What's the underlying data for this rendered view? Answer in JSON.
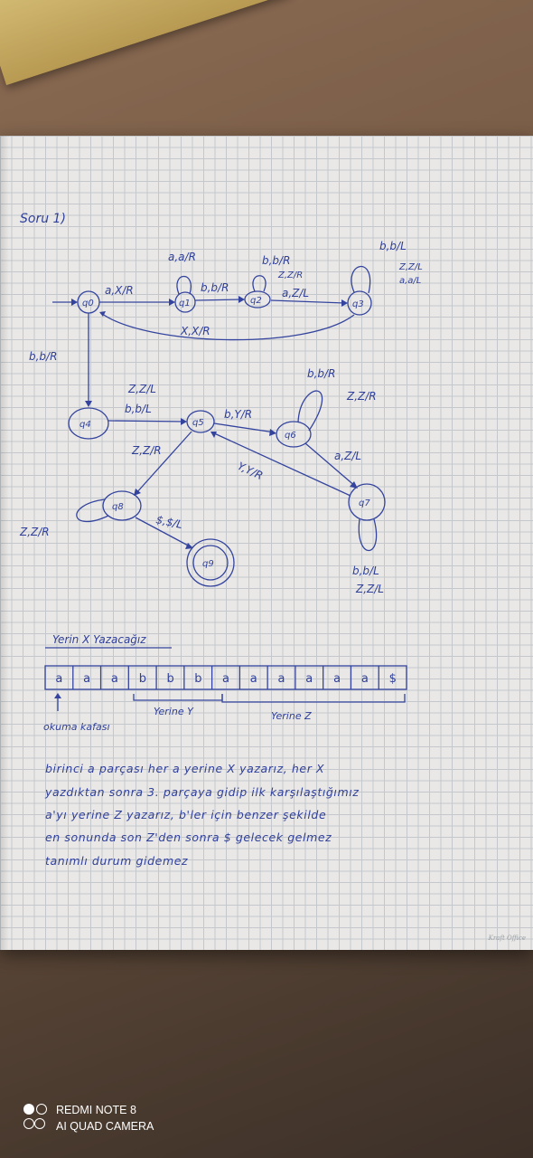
{
  "heading": "Soru 1)",
  "states": {
    "q0": "q0",
    "q1": "q1",
    "q2": "q2",
    "q3": "q3",
    "q4": "q4",
    "q5": "q5",
    "q6": "q6",
    "q7": "q7",
    "q8": "q8",
    "q9": "q9"
  },
  "transitions": {
    "q1_loop": "a,a/R",
    "q0_q1": "a,X/R",
    "q1_q2": "b,b/R",
    "q2_loop_1": "b,b/R",
    "q2_loop_2": "Z,Z/R",
    "q2_q3": "a,Z/L",
    "q3_loop_1": "b,b/L",
    "q3_loop_2": "Z,Z/L",
    "q3_loop_3": "a,a/L",
    "q3_q0": "X,X/R",
    "q0_q4": "b,b/R",
    "q4_q5_1": "Z,Z/L",
    "q4_q5_2": "b,b/L",
    "q5_q6": "b,Y/R",
    "q6_loop_1": "b,b/R",
    "q6_loop_2": "Z,Z/R",
    "q7_q5": "Y,Y/R",
    "q6_q7": "a,Z/L",
    "q7_loop_1": "b,b/L",
    "q7_loop_2": "Z,Z/L",
    "q5_q8": "Z,Z/R",
    "q8_loop": "Z,Z/R",
    "q8_q9": "$,$/L"
  },
  "tape": {
    "top_note": "Yerin X Yazacağız",
    "cells": [
      "a",
      "a",
      "a",
      "b",
      "b",
      "b",
      "a",
      "a",
      "a",
      "a",
      "a",
      "a",
      "$"
    ],
    "brace_y": "Yerine Y",
    "brace_z": "Yerine Z",
    "head_note": "okuma kafası"
  },
  "explanation": [
    "birinci a parçası her a yerine X yazarız, her X",
    "yazdıktan sonra 3. parçaya gidip ilk karşılaştığımız",
    "a'yı yerine Z yazarız, b'ler için benzer şekilde",
    "en sonunda son Z'den sonra $ gelecek gelmez",
    "tanımlı durum gidemez"
  ],
  "paper_brand": "Kraft Office",
  "camera": {
    "line1": "REDMI NOTE 8",
    "line2": "AI QUAD CAMERA"
  },
  "colors": {
    "ink": "#34449e",
    "paper": "#e9e8e6",
    "grid": "#c4c8cc",
    "table": "#6d5440"
  }
}
